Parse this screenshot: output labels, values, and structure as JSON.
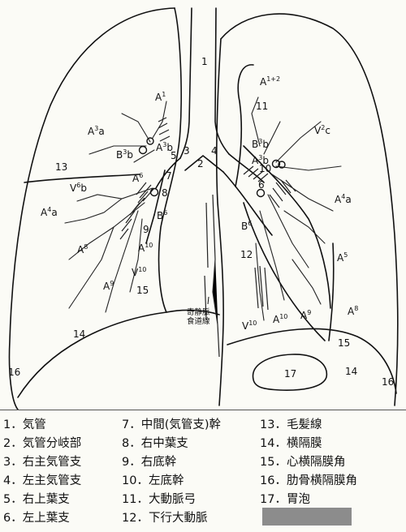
{
  "labels": {
    "n1": "1",
    "n2": "2",
    "n3": "3",
    "n4": "4",
    "n5": "5",
    "n6": "6",
    "n7": "7",
    "n8": "8",
    "n9": "9",
    "n10": "10",
    "n11": "11",
    "n12": "12",
    "n13": "13",
    "n14": "14",
    "n15": "15",
    "n16": "16",
    "n17": "17",
    "n14b": "14",
    "n15b": "15",
    "n16b": "16",
    "A1": "A",
    "A1sup": "1",
    "A3a": "A",
    "A3a_sup": "3",
    "A3a_suf": "a",
    "A3b": "A",
    "A3b_sup": "3",
    "A3b_suf": "b",
    "B3b": "B",
    "B3b_sup": "3",
    "B3b_suf": "b",
    "A6": "A",
    "A6sup": "6",
    "V6b": "V",
    "V6b_sup": "6",
    "V6b_suf": "b",
    "A4a": "A",
    "A4a_sup": "4",
    "A4a_suf": "a",
    "B6": "B",
    "B6sup": "6",
    "A8": "A",
    "A8sup": "8",
    "A10": "A",
    "A10sup": "10",
    "V10": "V",
    "V10sup": "10",
    "A9": "A",
    "A9sup": "9",
    "L_A12": "A",
    "L_A12sup": "1+2",
    "L_B3b": "B",
    "L_B3b_sup": "3",
    "L_B3b_suf": "b",
    "L_A3b": "A",
    "L_A3b_sup": "3",
    "L_A3b_suf": "b",
    "L_V2c": "V",
    "L_V2c_sup": "2",
    "L_V2c_suf": "c",
    "L_A4a": "A",
    "L_A4a_sup": "4",
    "L_A4a_suf": "a",
    "L_B6": "B",
    "L_B6sup": "6",
    "L_A5": "A",
    "L_A5sup": "5",
    "L_A8": "A",
    "L_A8sup": "8",
    "L_A9": "A",
    "L_A9sup": "9",
    "L_A10": "A",
    "L_A10sup": "10",
    "L_V10": "V",
    "L_V10sup": "10",
    "azygos": "奇静脈",
    "esophagus": "食道線"
  },
  "legend": [
    "1．気管",
    "2．気管分岐部",
    "3．右主気管支",
    "4．左主気管支",
    "5．右上葉支",
    "6．左上葉支",
    "7．中間(気管支)幹",
    "8．右中葉支",
    "9．右底幹",
    "10．左底幹",
    "11．大動脈弓",
    "12．下行大動脈",
    "13．毛髪線",
    "14．横隔膜",
    "15．心横隔膜角",
    "16．肋骨横隔膜角",
    "17．胃泡"
  ]
}
